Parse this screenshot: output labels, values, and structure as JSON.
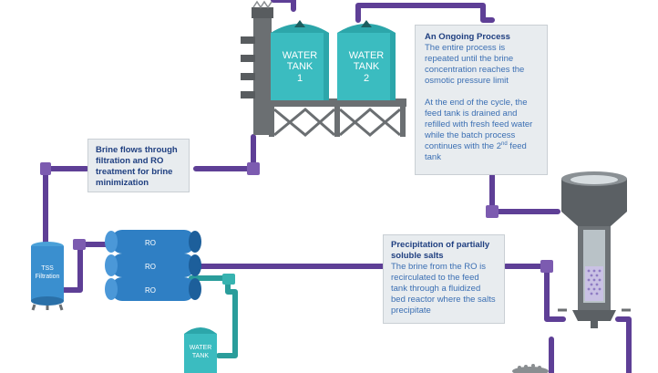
{
  "tanks": {
    "tank1": {
      "line1": "WATER",
      "line2": "TANK",
      "line3": "1"
    },
    "tank2": {
      "line1": "WATER",
      "line2": "TANK",
      "line3": "2"
    },
    "small_tank": {
      "line1": "WATER",
      "line2": "TANK"
    }
  },
  "filtration": {
    "line1": "TSS",
    "line2": "Filtration"
  },
  "ro_units": [
    "RO",
    "RO",
    "RO"
  ],
  "callouts": {
    "ongoing": {
      "title": "An Ongoing Process",
      "para1": "The entire process is repeated until the brine concentration reaches the osmotic pressure limit",
      "para2_pre": "At the end of the cycle, the feed tank is drained and refilled with fresh feed water while the batch process continues with the ",
      "para2_num": "2",
      "para2_sup": "nd",
      "para2_post": " feed tank"
    },
    "brine": {
      "title": "Brine flows through filtration and RO treatment for brine minimization"
    },
    "precipitation": {
      "title": "Precipitation of partially soluble salts",
      "body": "The brine from the RO is recirculated to the feed tank through a fluidized bed reactor where the salts precipitate"
    }
  },
  "colors": {
    "pipe_purple": "#5e3f96",
    "pipe_teal": "#2a9d9b",
    "tank_teal": "#3bbcc0",
    "ro_blue": "#2f7fc4",
    "structure_gray": "#6b6f72",
    "title_navy": "#1f3f80",
    "body_blue": "#3b6fb3"
  }
}
